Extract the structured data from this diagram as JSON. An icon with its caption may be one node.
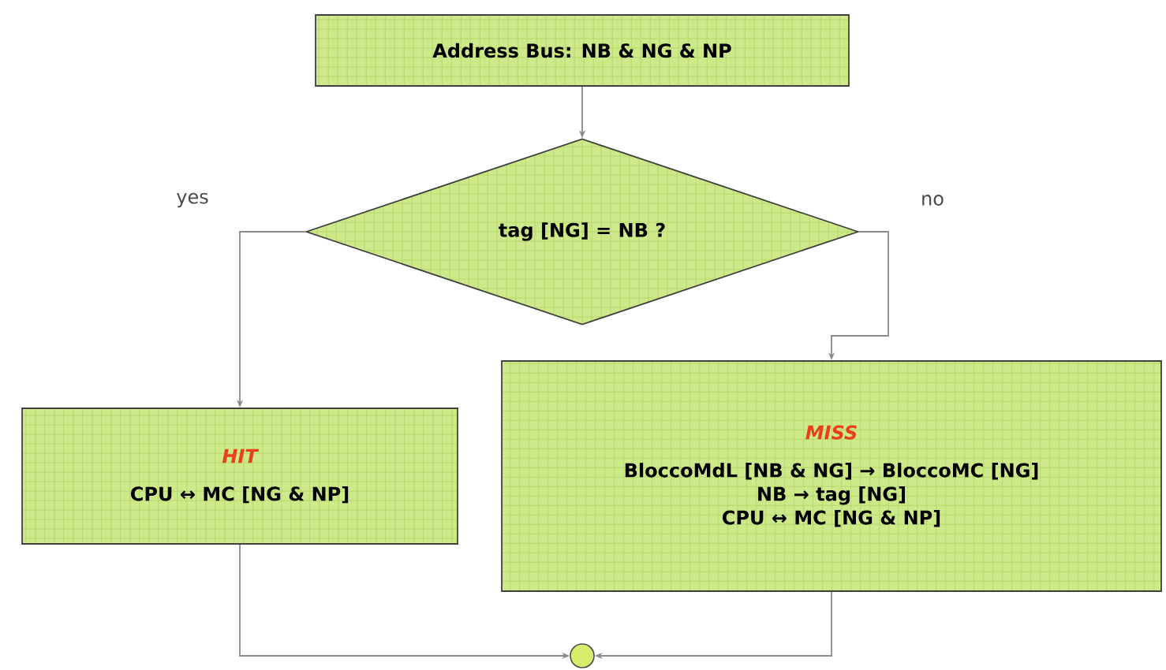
{
  "diagram": {
    "nodes": [
      {
        "text": [
          "Address Bus: NB & NG & NP"
        ]
      },
      {
        "text": [
          "tag [NG] = NB ?"
        ]
      },
      {
        "text": [
          "HIT",
          "CPU ↔ MC [NG & NP]"
        ]
      },
      {
        "text": [
          "MISS",
          "BloccoMdL [NB & NG] → BloccoMC [NG]",
          "NB → tag [NG]",
          "CPU ↔ MC [NG & NP]"
        ]
      },
      {
        "text": [],
        "shape": "circle"
      }
    ],
    "edges": [
      {
        "from": 0,
        "to": 1,
        "arrow": "to"
      },
      {
        "from": 1,
        "to": 2,
        "arrow": "to",
        "label": "yes"
      },
      {
        "from": 1,
        "to": 3,
        "arrow": "to",
        "label": "no"
      },
      {
        "from": 2,
        "to": 4,
        "arrow": "to"
      },
      {
        "from": 3,
        "to": 4,
        "arrow": "to"
      }
    ]
  }
}
